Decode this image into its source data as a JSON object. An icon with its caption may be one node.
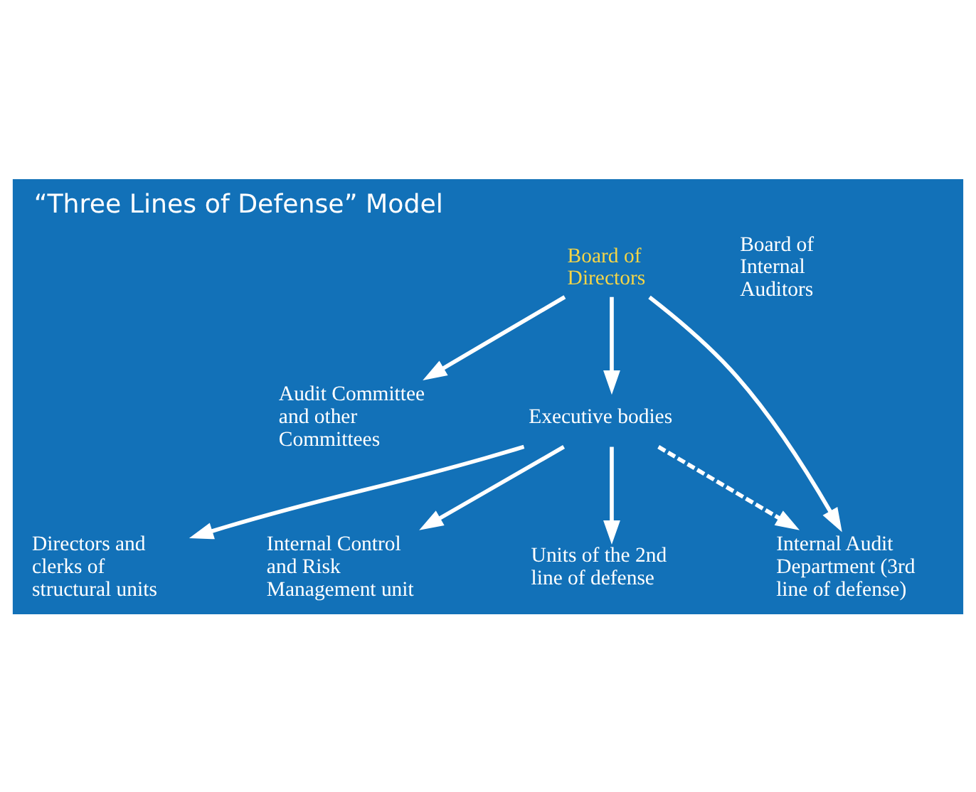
{
  "diagram": {
    "title": "“Three Lines of Defense” Model",
    "nodes": [
      {
        "text": [
          "Board of Directors"
        ]
      },
      {
        "text": [
          "Board of Internal Auditors"
        ]
      },
      {
        "text": [
          "Audit Committee and other Committees"
        ]
      },
      {
        "text": [
          "Executive bodies"
        ]
      },
      {
        "text": [
          "Directors and clerks of structural units"
        ]
      },
      {
        "text": [
          "Internal Control and Risk Management unit"
        ]
      },
      {
        "text": [
          "Internal Audit Department (3rd line of defense)"
        ]
      },
      {
        "text": [
          "Units of the 2nd line of defense"
        ]
      }
    ],
    "edges": [
      {
        "from": 0,
        "to": 6,
        "arrow": "to"
      },
      {
        "from": 0,
        "to": 2,
        "arrow": "to"
      },
      {
        "from": 0,
        "to": 3,
        "arrow": "to"
      },
      {
        "from": 3,
        "to": 6,
        "arrow": "to",
        "style": "dashed"
      },
      {
        "from": 3,
        "to": 4,
        "arrow": "to"
      },
      {
        "from": 3,
        "to": 7,
        "arrow": "to"
      },
      {
        "from": 3,
        "to": 5,
        "arrow": "to"
      }
    ]
  }
}
